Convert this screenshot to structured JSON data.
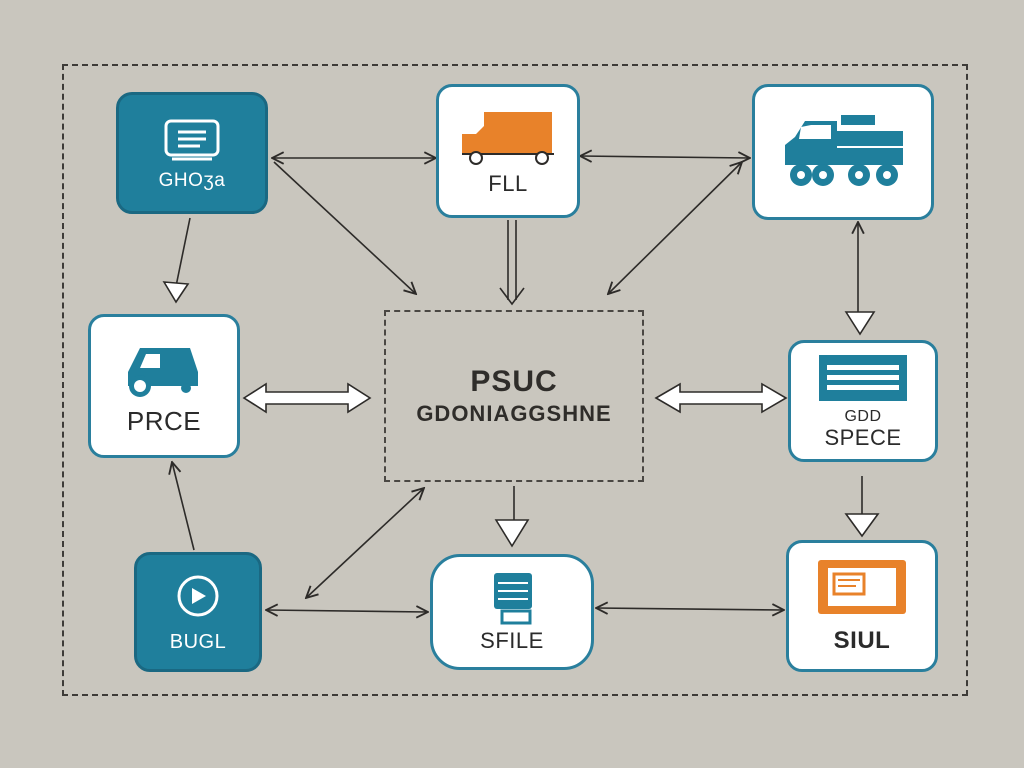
{
  "colors": {
    "background": "#c9c6be",
    "teal": "#1f7f9c",
    "orange": "#e8822a",
    "line": "#2d2b29"
  },
  "center": {
    "line1": "PSUC",
    "line2": "GDONIAGGSHNE"
  },
  "nodes": {
    "ghosa": {
      "label": "GHOʒa",
      "icon": "list-icon"
    },
    "fll": {
      "label": "FLL",
      "icon": "truck-icon"
    },
    "vehicle": {
      "label": "",
      "icon": "heavy-truck-icon"
    },
    "prce": {
      "label": "PRCE",
      "icon": "car-icon"
    },
    "spece": {
      "label_top": "GDD",
      "label": "SPECE",
      "icon": "stacked-bars-icon"
    },
    "bugl": {
      "label": "BUGL",
      "icon": "play-icon"
    },
    "sfile": {
      "label": "SFILE",
      "icon": "database-icon"
    },
    "siul": {
      "label": "SIUL",
      "icon": "monitor-icon"
    }
  }
}
